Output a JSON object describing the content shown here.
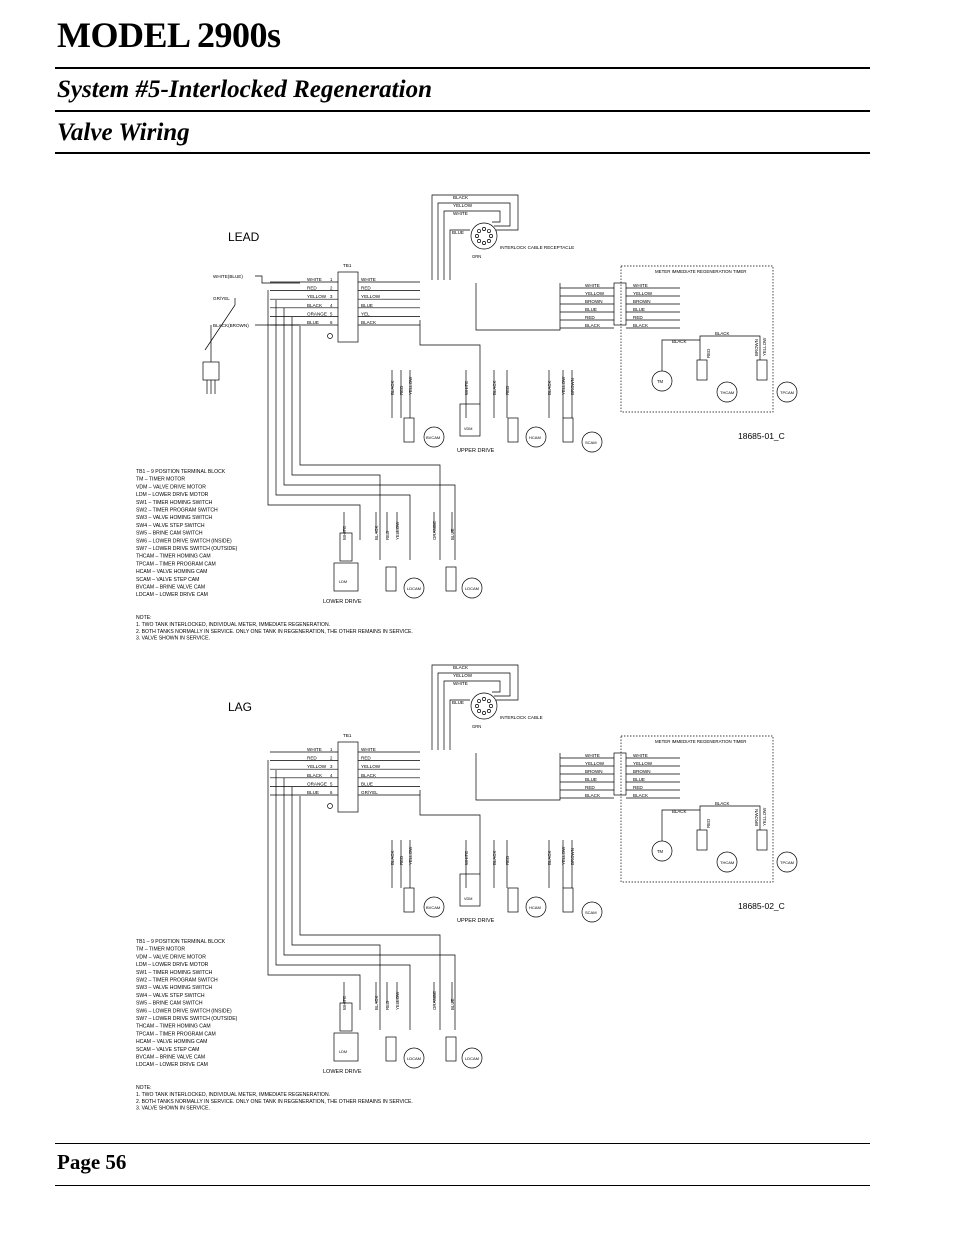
{
  "header": {
    "model": "MODEL 2900s",
    "system": "System #5-Interlocked Regeneration",
    "section": "Valve Wiring"
  },
  "footer": {
    "page": "Page 56"
  },
  "diagrams": [
    {
      "label": "LEAD",
      "drawing_no": "18685-01_C",
      "interlock_label": "INTERLOCK CABLE RECEPTACLE",
      "tb_label": "TB1",
      "tb_left": [
        "WHITE",
        "RED",
        "YELLOW",
        "BLACK",
        "ORANGE",
        "BLUE"
      ],
      "tb_right": [
        "WHITE",
        "RED",
        "YELLOW",
        "BLUE",
        "YEL",
        "BLACK"
      ],
      "plug_labels": [
        "WHITE(BLUE)",
        "GR/YEL",
        "BLACK(BROWN)"
      ],
      "timer_title": "METER IMMEDIATE REGENERATION TIMER",
      "timer_colors": [
        "WHITE",
        "YELLOW",
        "BROWN",
        "BLUE",
        "RED",
        "BLACK"
      ],
      "upper_drive": "UPPER DRIVE",
      "lower_drive": "LOWER DRIVE",
      "cams_upper": [
        "BVCAM",
        "HCAM",
        "SCAM"
      ],
      "cams_timer": [
        "TM",
        "THCAM",
        "TPCAM"
      ],
      "cams_lower": [
        "LDCAM",
        "LDCAM"
      ],
      "legend": [
        "TB1 – 9 POSITION TERMINAL BLOCK",
        "TM – TIMER MOTOR",
        "VDM – VALVE DRIVE MOTOR",
        "LDM – LOWER DRIVE MOTOR",
        "SW1 – TIMER HOMING SWITCH",
        "SW2 – TIMER PROGRAM SWITCH",
        "SW3 – VALVE HOMING SWITCH",
        "SW4 – VALVE STEP SWITCH",
        "SW5 – BRINE CAM SWITCH",
        "SW6 – LOWER DRIVE SWITCH (INSIDE)",
        "SW7 – LOWER DRIVE SWITCH (OUTSIDE)",
        "THCAM – TIMER HOMING CAM",
        "TPCAM – TIMER PROGRAM CAM",
        "HCAM – VALVE HOMING CAM",
        "SCAM – VALVE STEP CAM",
        "BVCAM – BRINE VALVE CAM",
        "LDCAM – LOWER DRIVE CAM"
      ],
      "notes": [
        "NOTE:",
        "1.  TWO TANK INTERLOCKED, INDIVIDUAL METER, IMMEDIATE REGENERATION.",
        "2.  BOTH TANKS NORMALLY IN SERVICE.  ONLY ONE TANK IN REGENERATION, THE OTHER REMAINS IN SERVICE.",
        "3.  VALVE SHOWN IN SERVICE."
      ]
    },
    {
      "label": "LAG",
      "drawing_no": "18685-02_C",
      "interlock_label": "INTERLOCK CABLE",
      "tb_label": "TB1",
      "tb_left": [
        "WHITE",
        "RED",
        "YELLOW",
        "BLACK",
        "ORANGE",
        "BLUE"
      ],
      "tb_right": [
        "WHITE",
        "RED",
        "YELLOW",
        "BLACK",
        "BLUE",
        "GR/YEL"
      ],
      "plug_labels": [],
      "timer_title": "METER IMMEDIATE REGENERATION TIMER",
      "timer_colors": [
        "WHITE",
        "YELLOW",
        "BROWN",
        "BLUE",
        "RED",
        "BLACK"
      ],
      "upper_drive": "UPPER DRIVE",
      "lower_drive": "LOWER DRIVE",
      "cams_upper": [
        "BVCAM",
        "HCAM",
        "SCAM"
      ],
      "cams_timer": [
        "TM",
        "THCAM",
        "TPCAM"
      ],
      "cams_lower": [
        "LDCAM",
        "LDCAM"
      ],
      "legend": [
        "TB1 – 9 POSITION TERMINAL BLOCK",
        "TM – TIMER MOTOR",
        "VDM – VALVE DRIVE MOTOR",
        "LDM – LOWER DRIVE MOTOR",
        "SW1 – TIMER HOMING SWITCH",
        "SW2 – TIMER PROGRAM SWITCH",
        "SW3 – VALVE HOMING SWITCH",
        "SW4 – VALVE STEP SWITCH",
        "SW5 – BRINE CAM SWITCH",
        "SW6 – LOWER DRIVE SWITCH (INSIDE)",
        "SW7 – LOWER DRIVE SWITCH (OUTSIDE)",
        "THCAM – TIMER HOMING CAM",
        "TPCAM – TIMER PROGRAM CAM",
        "HCAM – VALVE HOMING CAM",
        "SCAM – VALVE STEP CAM",
        "BVCAM – BRINE VALVE CAM",
        "LDCAM – LOWER DRIVE CAM"
      ],
      "notes": [
        "NOTE:",
        "1.  TWO TANK INTERLOCKED, INDIVIDUAL METER, IMMEDIATE REGENERATION.",
        "2.  BOTH TANKS NORMALLY IN SERVICE.  ONLY ONE TANK IN REGENERATION, THE OTHER REMAINS IN SERVICE.",
        "3.  VALVE SHOWN IN SERVICE."
      ]
    }
  ]
}
